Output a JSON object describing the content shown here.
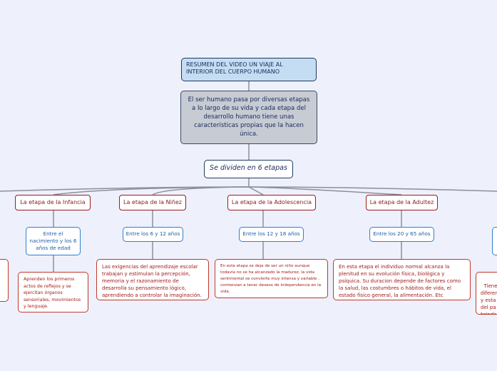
{
  "title": "RESUMEN DEL VIDEO UN VIAJE AL INTERIOR DEL CUERPO HUMANO",
  "summary": "El ser humano pasa por diversas etapas a lo largo de su vida y cada etapa del desarrollo humano tiene unas caracteristicas propias que la hacen única.",
  "divide_label": "Se dividen en 6 etapas",
  "stages": [
    {
      "name": "La etapa de la Infancia",
      "age": "Entre el nacimiento y los 6 años de edad",
      "description": "Aprenden los primeros actos de reflejos y se ejercitan órganos sensoriales, movimientos y lenguaje."
    },
    {
      "name": "La etapa de la Niñez",
      "age": "Entre los 6 y 12 años",
      "description": "Las exigencias del aprendizaje escolar trabajan y estimulan la percepción, memoria y el razonamiento de desarrolla su pensamiento lógico, aprendiendo a controlar la imaginación."
    },
    {
      "name": "La etapa de la Adolescencia",
      "age": "Entre los 12 y 18 años",
      "description": "En esta etapa se deja de ser un niño aunque todavía no se ha alcanzado la madurez, la vida sentimental se convierte muy intensa y variable , comienzan a tener deseos de independencia en la vida."
    },
    {
      "name": "La etapa de la Adultez",
      "age": "Entre los 20 y 65 años",
      "description": "En esta etapa el individuo normal alcanza la plenitud en su evolución física, biológica y psíquica. Su duracion depende de factores como la salud, las costumbres o hábitos de vida, el estado físico general, la alimentación. Etc"
    }
  ],
  "partial_right_description": "Tiene d\ndiferen\ny esta\ndel pa\nbrinda"
}
